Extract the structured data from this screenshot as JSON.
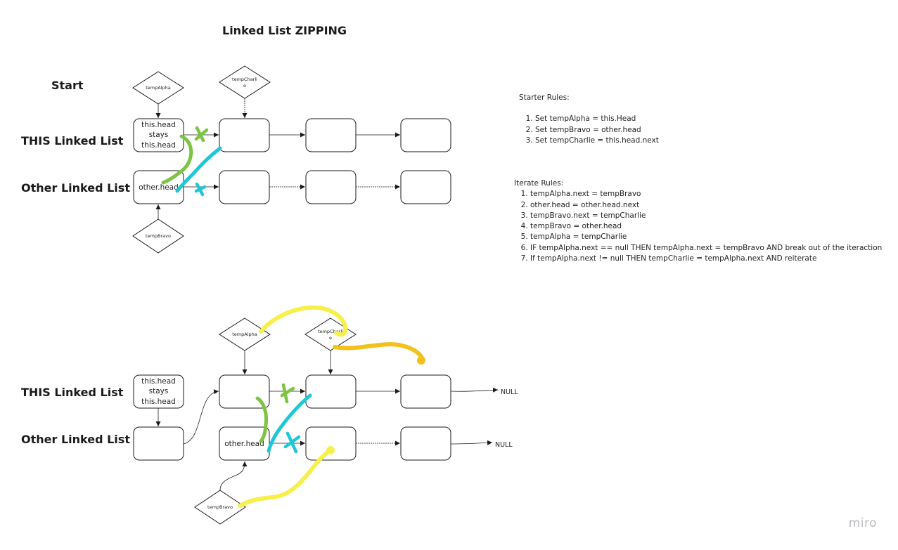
{
  "title": "Linked List ZIPPING",
  "section_top": {
    "start_label": "Start",
    "this_list_label": "THIS Linked List",
    "other_list_label": "Other Linked List",
    "this_head_lines": [
      "this.head",
      "stays",
      "this.head"
    ],
    "other_head_text": "other.head",
    "diamond_alpha": "tempAlpha",
    "diamond_charlie_lines": [
      "tempCharli",
      "e"
    ],
    "diamond_bravo": "tempBravo"
  },
  "section_bottom": {
    "this_list_label": "THIS Linked List",
    "other_list_label": "Other Linked List",
    "this_head_lines": [
      "this.head",
      "stays",
      "this.head"
    ],
    "other_head_text": "other.head",
    "diamond_alpha": "tempAlpha",
    "diamond_charlie_lines": [
      "tempCharli",
      "e"
    ],
    "diamond_bravo": "tempBravo",
    "null_this": "NULL",
    "null_other": "NULL"
  },
  "starter_rules": {
    "title": "Starter Rules:",
    "items": [
      "Set tempAlpha = this.Head",
      "Set tempBravo = other.head",
      "Set tempCharlie = this.head.next"
    ]
  },
  "iterate_rules": {
    "title": "Iterate Rules:",
    "items": [
      "tempAlpha.next = tempBravo",
      "other.head = other.head.next",
      "tempBravo.next = tempCharlie",
      "tempBravo = other.head",
      "tempAlpha = tempCharlie",
      "IF tempAlpha.next == null THEN tempAlpha.next = tempBravo AND break out of the iteraction",
      "If tempAlpha.next != null THEN tempCharlie = tempAlpha.next AND reiterate"
    ]
  },
  "branding": "miro",
  "colors": {
    "stroke": "#1a1a1a",
    "marker_green": "#7dc442",
    "marker_cyan": "#1ec6d6",
    "marker_yellow": "#f7ef4a",
    "marker_orange": "#f3c01c"
  }
}
